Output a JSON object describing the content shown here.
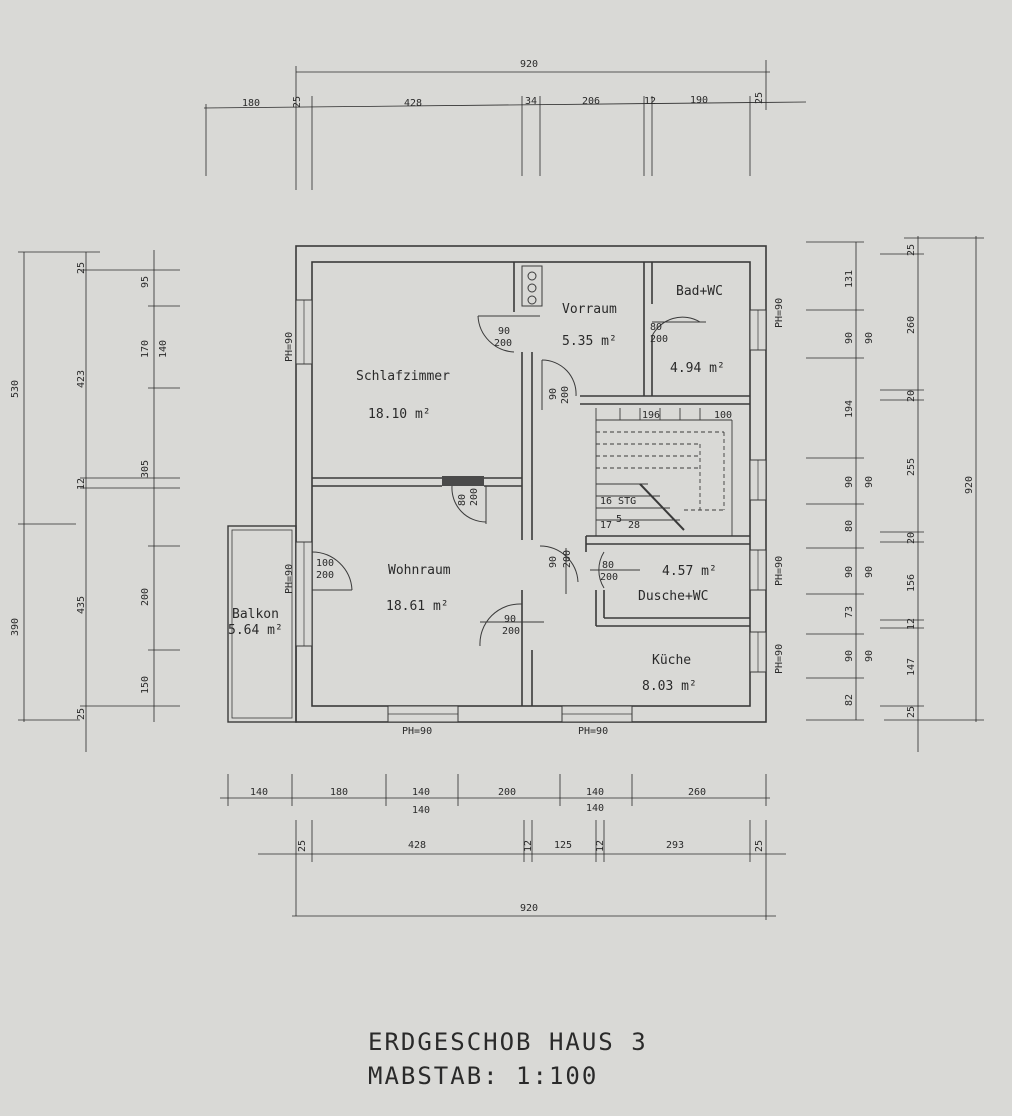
{
  "colors": {
    "paper": "#d9d9d6",
    "ink": "#2a2a2a",
    "wall": "#3a3a3a"
  },
  "title": {
    "line1": "ERDGESCHOB HAUS 3",
    "line2": "MABSTAB:  1:100"
  },
  "rooms": {
    "schlafzimmer": {
      "name": "Schlafzimmer",
      "area": "18.10 m²"
    },
    "vorraum": {
      "name": "Vorraum",
      "area": "5.35 m²"
    },
    "bad": {
      "name": "Bad+WC",
      "area": "4.94 m²"
    },
    "wohnraum": {
      "name": "Wohnraum",
      "area": "18.61 m²"
    },
    "balkon": {
      "name": "Balkon",
      "area": "5.64 m²"
    },
    "dusche": {
      "name": "Dusche+WC",
      "area": "4.57 m²"
    },
    "kueche": {
      "name": "Küche",
      "area": "8.03 m²"
    }
  },
  "doors": {
    "entry": {
      "w": "90",
      "h": "200"
    },
    "bad": {
      "w": "80",
      "h": "200"
    },
    "vorraum": {
      "w": "90",
      "h": "200"
    },
    "schlaf": {
      "w": "80",
      "h": "200"
    },
    "wohn": {
      "w": "100",
      "h": "200"
    },
    "flur": {
      "w": "90",
      "h": "200"
    },
    "dusche": {
      "w": "80",
      "h": "200"
    },
    "kueche": {
      "w": "90",
      "h": "200"
    }
  },
  "stairs": {
    "w1": "196",
    "w2": "100",
    "steps": "16 STG",
    "ratio": "17",
    "ratio_top": "5",
    "ratio_bottom": "28"
  },
  "windows": {
    "label": "PH=90"
  },
  "dims": {
    "top_total": "920",
    "top": [
      "180",
      "25",
      "428",
      "34",
      "206",
      "12",
      "190",
      "25"
    ],
    "left_outer": [
      "530",
      "390"
    ],
    "left_mid": [
      "25",
      "423",
      "12",
      "435",
      "25"
    ],
    "left_inner": [
      "95",
      "170",
      "140",
      "305",
      "200",
      "150"
    ],
    "right_inner": [
      "131",
      "90",
      "194",
      "90",
      "80",
      "90",
      "73",
      "90",
      "82"
    ],
    "right_mid": [
      "90",
      "90",
      "90",
      "90"
    ],
    "right_outer": [
      "25",
      "260",
      "20",
      "255",
      "20",
      "156",
      "12",
      "147",
      "25"
    ],
    "right_total": "920",
    "bottom1": [
      "140",
      "180",
      "140",
      "200",
      "140",
      "260"
    ],
    "bottom1_sub": [
      "140",
      "140"
    ],
    "bottom2": [
      "25",
      "428",
      "12",
      "125",
      "12",
      "293",
      "25"
    ],
    "bottom_total": "920"
  }
}
